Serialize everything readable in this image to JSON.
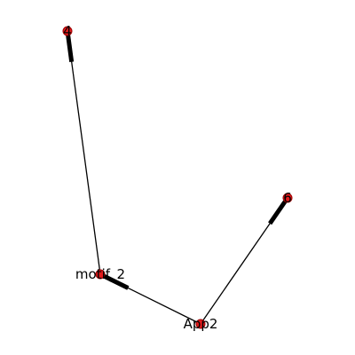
{
  "graph": {
    "colors": {
      "node_fill": "#e31a1c",
      "edge": "#000000",
      "label": "#000000",
      "background": "#ffffff"
    },
    "nodes": [
      {
        "id": "4",
        "label": "4"
      },
      {
        "id": "6",
        "label": "6"
      },
      {
        "id": "motif_2",
        "label": "motif_2"
      },
      {
        "id": "App2",
        "label": "App2"
      }
    ],
    "edges": [
      {
        "source": "motif_2",
        "target": "4",
        "directed": true
      },
      {
        "source": "App2",
        "target": "6",
        "directed": true
      },
      {
        "source": "App2",
        "target": "motif_2",
        "directed": true
      }
    ]
  }
}
